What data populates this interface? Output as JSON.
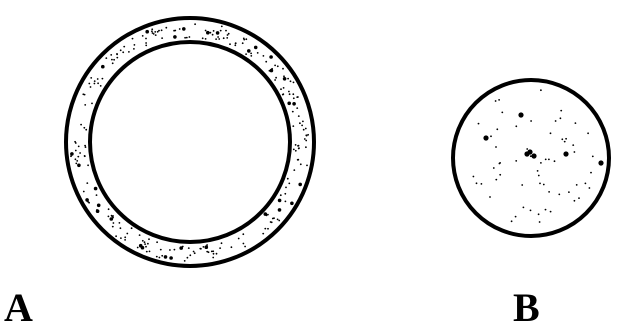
{
  "figure": {
    "label_a": "A",
    "label_b": "B"
  },
  "shapes": {
    "A": {
      "kind": "ring",
      "fill": "dotted",
      "inner": "empty"
    },
    "B": {
      "kind": "disc",
      "fill": "dotted"
    }
  },
  "colors": {
    "stroke": "#000000",
    "background": "#ffffff",
    "dot": "#000000"
  }
}
